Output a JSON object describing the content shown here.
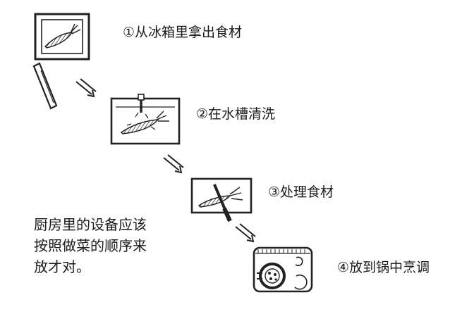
{
  "steps": [
    {
      "label": "①从冰箱里拿出食材",
      "icon": "fridge-carrot-icon"
    },
    {
      "label": "②在水槽清洗",
      "icon": "sink-carrot-icon"
    },
    {
      "label": "③处理食材",
      "icon": "cutting-board-knife-icon"
    },
    {
      "label": "④放到锅中烹调",
      "icon": "stove-pot-icon"
    }
  ],
  "note": {
    "line1": "厨房里的设备应该",
    "line2": "按照做菜的顺序来",
    "line3": "放才对。"
  },
  "arrows": [
    "double-arrow-icon",
    "double-arrow-icon",
    "double-arrow-icon"
  ]
}
